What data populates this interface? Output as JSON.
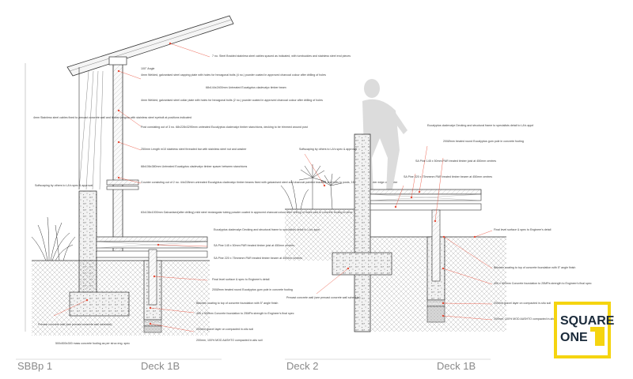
{
  "colors": {
    "leader": "#e8402a",
    "logo_accent": "#f5d410",
    "logo_text": "#1a2a3a",
    "line": "#333333",
    "label": "#8a8a8a"
  },
  "section_labels": {
    "sbbp1": "SBBp 1",
    "deck1b_left": "Deck 1B",
    "deck2": "Deck 2",
    "deck1b_right": "Deck 1B"
  },
  "logo": {
    "line1": "SQUARE",
    "line2": "ONE"
  },
  "left_annotations": [
    "7 no. Steel Braided stainless steel cables spaced as indicated, with turnbuckles and stainless steel end pieces",
    "100° Angle",
    "4mm Welded, galvanised steel capping plate with holes for hexagonal bolts (4 no.) powder coated in approved charcoal colour after drilling of holes",
    "68x144x2400mm Untreated Eucalyptus cladevalyx timber beam",
    "4mm Welded, galvanised steel collar plate with holes for hexagonal bolts (2 no.) powder coated in approved charcoal colour after drilling of holes",
    "4mm Stainless steel cables fixed to precast concrete wall and timber pergola with stainless steel eyebolt at positions indicated",
    "Post consisting out of 3 no. 68x228x3295mm untreated Eucalyptus cladevalyx timber stanchions, decking to be trimmed around post",
    "250mm Length m10 stainless steel threaded bar with stainless steel nut and washer",
    "68x106x380mm Untreated Eucalyptus cladevalyx timber spacer between stanchions",
    "Softscaping by others to LA's spec & approval",
    "Counter consisting out of 2 no. 44x228mm untreated Eucalyptus cladevalyx timber beams fixed with galvanised steel and charcoal painted brackets and bolts to posts, 15mm bevel to outer edge of counter",
    "63x136x1000mm Galvanised(after drilling) mild steel rectangular tubing powder coated in approved charcoal colour after drilling of holes cast to concrete footing to struc. eng. detail",
    "Eucalyptus cladevalyx Decking and structural frame to specialists detail to LA's apprl",
    "SA Pine 145 x 50mm PAR treated timber joist at 450mm centres",
    "SA Pine 220 x 75mmmm PAR treated timber bearer at 450mm centres",
    "Final level surface & spec to Engineer's detail",
    "200Ømm treated round Eucalyptus gum pole in concrete footing",
    "Bitumen coating to top of concrete foundation with 5° angle finish",
    "400 x 400mm Concrete foundation to 25MPa strength to Engineer's final spec",
    "Precast concrete wall (see precast concrete wall schedule)",
    "200mm gravel layer on compacted in-situ soil",
    "500x500x300 mass concrete footing as per struc eng. spec",
    "200mm, 100% MOD AASHTO compacted in-situ soil"
  ],
  "right_annotations": [
    "Eucalyptus cladevalyx Decking and structural frame to specialists detail to LA's apprl",
    "200Ømm treated round Eucalyptus gum pole in concrete footing",
    "Softscaping by others to LA's spec & approval",
    "SA Pine 145 x 50mm PAR treated timber joist at 450mm centres",
    "SA Pine 220 x 75mmmm PAR treated timber bearer at 450mm centres",
    "Final level surface & spec to Engineer's detail",
    "Bitumen coating to top of concrete foundation with 5° angle finish",
    "400 x 400mm Concrete foundation to 25MPa strength to Engineer's final spec",
    "Precast concrete wall (see precast concrete wall schedule)",
    "200mm gravel layer on compacted in-situ soil",
    "200mm, 100% MOD AASHTO compacted in-situ soil"
  ]
}
